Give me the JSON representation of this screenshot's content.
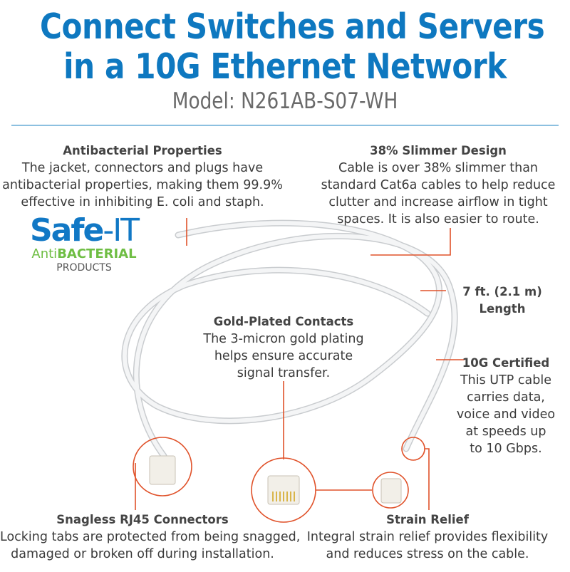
{
  "header": {
    "title_line1": "Connect Switches and Servers",
    "title_line2": "in a 10G Ethernet Network",
    "model": "Model: N261AB-S07-WH"
  },
  "logo": {
    "brand_main": "Safe",
    "brand_suffix": "-IT",
    "tag_light": "Anti",
    "tag_bold": "BACTERIAL",
    "tag_sub": "PRODUCTS"
  },
  "features": {
    "antibacterial": {
      "title": "Antibacterial Properties",
      "lines": [
        "The jacket, connectors and plugs have",
        "antibacterial properties, making them 99.9%",
        "effective in inhibiting E. coli and staph."
      ]
    },
    "slimmer": {
      "title": "38% Slimmer Design",
      "lines": [
        "Cable is over 38% slimmer than",
        "standard Cat6a cables to help reduce",
        "clutter and increase airflow in tight",
        "spaces. It is also easier to route."
      ]
    },
    "length": {
      "title_lines": [
        "7 ft. (2.1 m)",
        "Length"
      ]
    },
    "gold": {
      "title": "Gold-Plated Contacts",
      "lines": [
        "The 3-micron gold plating",
        "helps ensure accurate",
        "signal transfer."
      ]
    },
    "certified": {
      "title": "10G Certified",
      "lines": [
        "This UTP cable",
        "carries data,",
        "voice and video",
        "at speeds up",
        "to 10 Gbps."
      ]
    },
    "snagless": {
      "title": "Snagless RJ45 Connectors",
      "lines": [
        "Locking tabs are protected from being snagged,",
        "damaged or broken off during installation."
      ]
    },
    "strain": {
      "title": "Strain Relief",
      "lines": [
        "Integral strain relief provides flexibility",
        "and reduces stress on the cable."
      ]
    }
  },
  "colors": {
    "title_blue": "#0e78c0",
    "callout_orange": "#e0522a",
    "logo_green": "#6fbe44"
  }
}
